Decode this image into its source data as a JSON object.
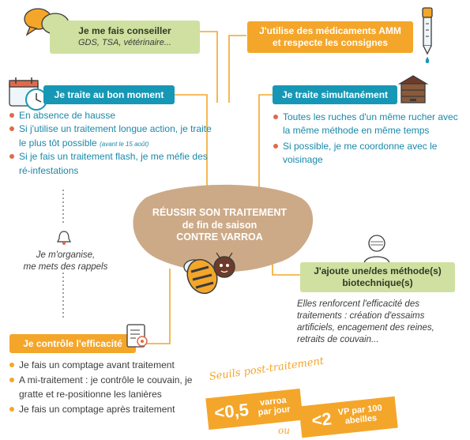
{
  "center": {
    "line1": "RÉUSSIR SON TRAITEMENT",
    "line2": "de fin de saison",
    "line3": "CONTRE VARROA"
  },
  "conseil": {
    "title": "Je me fais conseiller",
    "subtitle": "GDS, TSA, vétérinaire..."
  },
  "amm": {
    "line1": "J'utilise des médicaments AMM",
    "line2": "et respecte les consignes"
  },
  "moment": {
    "title": "Je traite au bon moment",
    "items": [
      {
        "text": "En absence de hausse"
      },
      {
        "text": "Si j'utilise un traitement longue action, je traite le plus tôt possible",
        "note": "(avant le 15 août)"
      },
      {
        "text": "Si je fais un traitement flash, je me méfie des ré-infestations"
      }
    ]
  },
  "simultane": {
    "title": "Je traite simultanément",
    "items": [
      {
        "text": "Toutes les ruches d'un même rucher avec la même méthode en même temps"
      },
      {
        "text": "Si possible, je me coordonne avec le voisinage"
      }
    ]
  },
  "organise": {
    "line1": "Je m'organise,",
    "line2": "me mets des rappels"
  },
  "biotech": {
    "line1": "J'ajoute une/des méthode(s)",
    "line2": "biotechnique(s)",
    "desc": "Elles renforcent l'efficacité des traitements : création d'essaims artificiels, encagement des reines, retraits de couvain..."
  },
  "controle": {
    "title": "Je contrôle l'efficacité",
    "items": [
      {
        "text": "Je fais un comptage avant traitement"
      },
      {
        "text": "A mi-traitement : je contrôle le couvain, je gratte et re-positionne les lanières"
      },
      {
        "text": "Je fais un comptage après traitement"
      }
    ]
  },
  "seuils": {
    "title": "Seuils post-traitement",
    "badge1_value": "<0,5",
    "badge1_unit": "varroa par jour",
    "ou": "ou",
    "badge2_value": "<2",
    "badge2_unit": "VP par 100 abeilles"
  },
  "colors": {
    "orange": "#f4a62a",
    "blue": "#1797b6",
    "green": "#cfe0a0",
    "red": "#e06a4b",
    "blob": "#ccaa88"
  }
}
